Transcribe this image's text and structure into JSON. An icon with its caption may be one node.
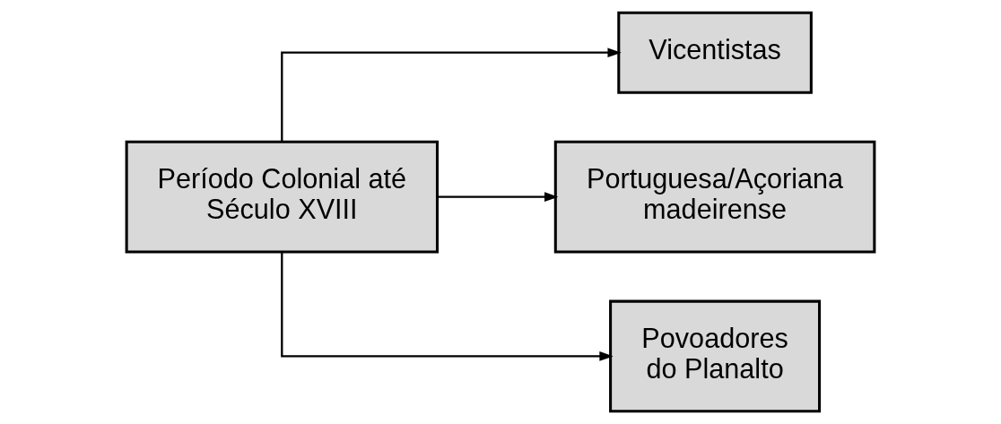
{
  "diagram": {
    "nodes": [
      {
        "text": [
          "Período Colonial até Século XVIII"
        ]
      },
      {
        "text": [
          "Vicentistas"
        ]
      },
      {
        "text": [
          "Portuguesa/Açoriana madeirense"
        ]
      },
      {
        "text": [
          "Povoadores do Planalto"
        ]
      }
    ],
    "edges": [
      {
        "from": 0,
        "to": 1,
        "arrow": "to"
      },
      {
        "from": 0,
        "to": 2,
        "arrow": "to"
      },
      {
        "from": 0,
        "to": 3,
        "arrow": "to"
      }
    ]
  }
}
